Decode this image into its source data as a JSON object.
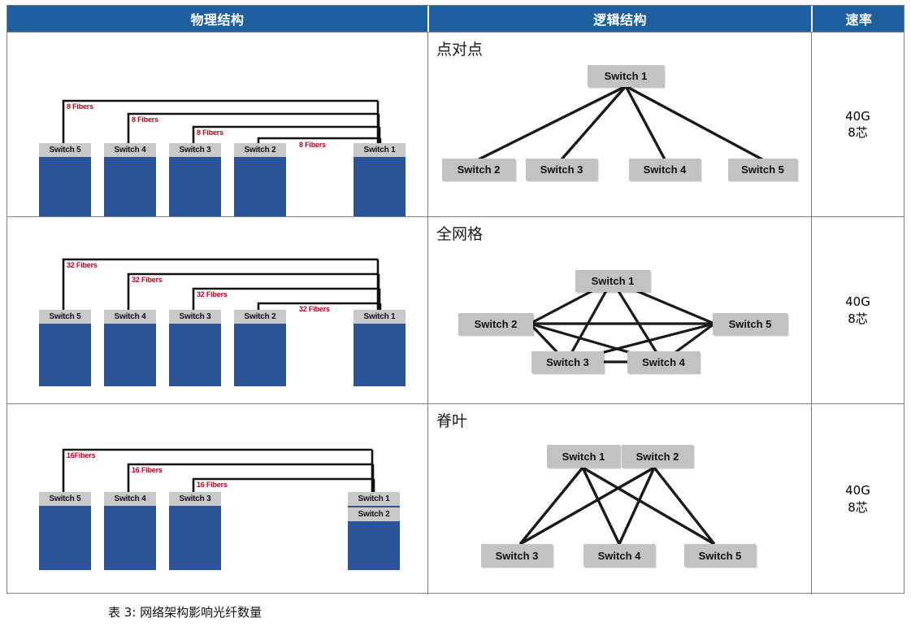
{
  "table": {
    "headers": [
      {
        "id": "physical",
        "label": "物理结构"
      },
      {
        "id": "logical",
        "label": "逻辑结构"
      },
      {
        "id": "rate",
        "label": "速率"
      }
    ],
    "header_bg": "#1F5FA0",
    "border_color": "#7f7f7f",
    "rows": [
      {
        "id": "row-point-to-point",
        "physical": {
          "switches": [
            {
              "label": "Switch 5",
              "stacked": null
            },
            {
              "label": "Switch 4",
              "stacked": null
            },
            {
              "label": "Switch 3",
              "stacked": null
            },
            {
              "label": "Switch 2",
              "stacked": null
            },
            {
              "label": "Switch 1",
              "stacked": null
            }
          ],
          "fiber_labels": [
            "8 Fibers",
            "8 Fibers",
            "8 Fibers",
            "8 Fibers"
          ],
          "fiber_color": "#C00020",
          "switch_label_bg": "#c9c9c9",
          "switch_body_bg": "#2B5397"
        },
        "logical": {
          "title": "点对点",
          "topology": "star",
          "nodes": [
            {
              "id": "s1",
              "label": "Switch 1"
            },
            {
              "id": "s2",
              "label": "Switch 2"
            },
            {
              "id": "s3",
              "label": "Switch 3"
            },
            {
              "id": "s4",
              "label": "Switch 4"
            },
            {
              "id": "s5",
              "label": "Switch 5"
            }
          ],
          "links": [
            [
              "s1",
              "s2"
            ],
            [
              "s1",
              "s3"
            ],
            [
              "s1",
              "s4"
            ],
            [
              "s1",
              "s5"
            ]
          ]
        },
        "rate": {
          "speed": "40G",
          "cores": "8芯"
        }
      },
      {
        "id": "row-full-mesh",
        "physical": {
          "switches": [
            {
              "label": "Switch 5",
              "stacked": null
            },
            {
              "label": "Switch 4",
              "stacked": null
            },
            {
              "label": "Switch 3",
              "stacked": null
            },
            {
              "label": "Switch 2",
              "stacked": null
            },
            {
              "label": "Switch 1",
              "stacked": null
            }
          ],
          "fiber_labels": [
            "32 Fibers",
            "32 Fibers",
            "32 Fibers",
            "32 Fibers"
          ],
          "fiber_color": "#C00020",
          "switch_label_bg": "#c9c9c9",
          "switch_body_bg": "#2B5397"
        },
        "logical": {
          "title": "全网格",
          "topology": "full-mesh",
          "nodes": [
            {
              "id": "s1",
              "label": "Switch 1"
            },
            {
              "id": "s2",
              "label": "Switch 2"
            },
            {
              "id": "s5",
              "label": "Switch 5"
            },
            {
              "id": "s3",
              "label": "Switch 3"
            },
            {
              "id": "s4",
              "label": "Switch 4"
            }
          ],
          "links": [
            [
              "s1",
              "s2"
            ],
            [
              "s1",
              "s3"
            ],
            [
              "s1",
              "s4"
            ],
            [
              "s1",
              "s5"
            ],
            [
              "s2",
              "s3"
            ],
            [
              "s2",
              "s4"
            ],
            [
              "s2",
              "s5"
            ],
            [
              "s3",
              "s4"
            ],
            [
              "s3",
              "s5"
            ],
            [
              "s4",
              "s5"
            ]
          ]
        },
        "rate": {
          "speed": "40G",
          "cores": "8芯"
        }
      },
      {
        "id": "row-spine-leaf",
        "physical": {
          "switches": [
            {
              "label": "Switch 5",
              "stacked": null
            },
            {
              "label": "Switch 4",
              "stacked": null
            },
            {
              "label": "Switch 3",
              "stacked": null
            },
            {
              "label": "Switch 1",
              "stacked": "Switch 2"
            }
          ],
          "fiber_labels": [
            "16Fibers",
            "16 Fibers",
            "16 Fibers"
          ],
          "fiber_color": "#C00020",
          "switch_label_bg": "#c9c9c9",
          "switch_body_bg": "#2B5397"
        },
        "logical": {
          "title": "脊叶",
          "topology": "spine-leaf",
          "nodes": [
            {
              "id": "s1",
              "label": "Switch 1"
            },
            {
              "id": "s2",
              "label": "Switch 2"
            },
            {
              "id": "s3",
              "label": "Switch 3"
            },
            {
              "id": "s4",
              "label": "Switch 4"
            },
            {
              "id": "s5",
              "label": "Switch 5"
            }
          ],
          "links": [
            [
              "s1",
              "s3"
            ],
            [
              "s1",
              "s4"
            ],
            [
              "s1",
              "s5"
            ],
            [
              "s2",
              "s3"
            ],
            [
              "s2",
              "s4"
            ],
            [
              "s2",
              "s5"
            ]
          ]
        },
        "rate": {
          "speed": "40G",
          "cores": "8芯"
        }
      }
    ]
  },
  "caption": "表 3: 网络架构影响光纤数量"
}
